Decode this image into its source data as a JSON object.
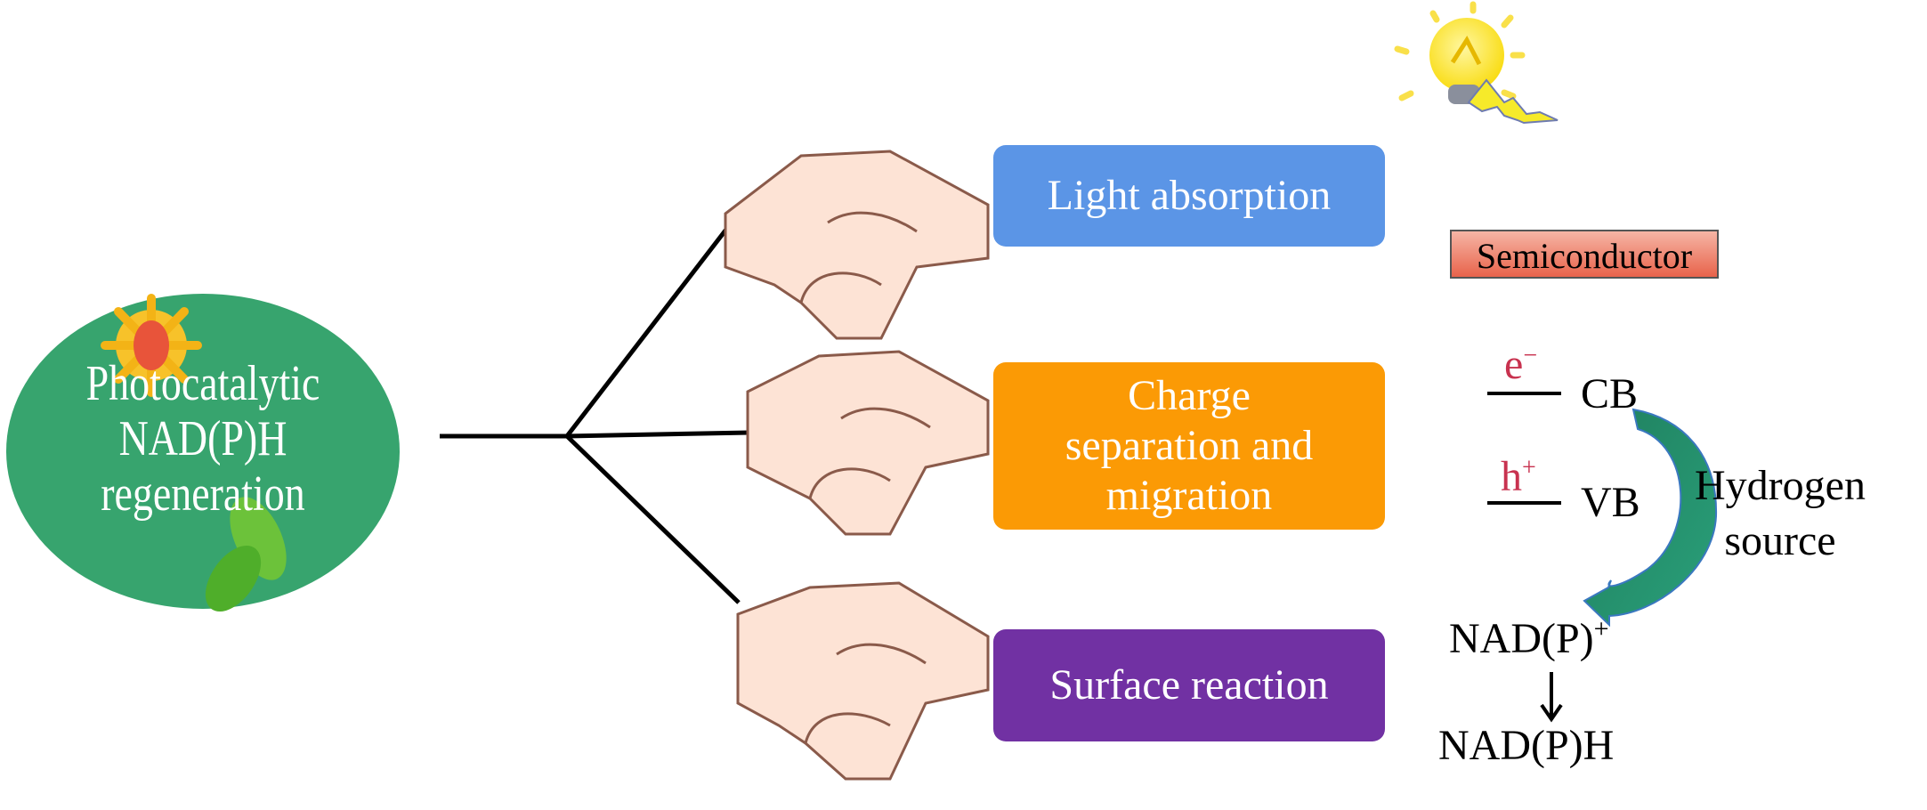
{
  "center_node": {
    "lines": [
      "Photocatalytic",
      "NAD(P)H",
      "regeneration"
    ],
    "color": "#37a46e"
  },
  "steps": [
    {
      "label": "Light absorption",
      "color": "#5b95e6"
    },
    {
      "label_lines": [
        "Charge",
        "separation and",
        "migration"
      ],
      "color": "#fb9a05"
    },
    {
      "label": "Surface reaction",
      "color": "#7131a3"
    }
  ],
  "right": {
    "semiconductor": "Semiconductor",
    "electron": "e",
    "electron_sup": "−",
    "hole": "h",
    "hole_sup": "+",
    "cb": "CB",
    "vb": "VB",
    "hydrogen_source": [
      "Hydrogen",
      "source"
    ],
    "nadp_plus": "NAD(P)",
    "nadp_plus_sup": "+",
    "nadph": "NAD(P)H"
  }
}
